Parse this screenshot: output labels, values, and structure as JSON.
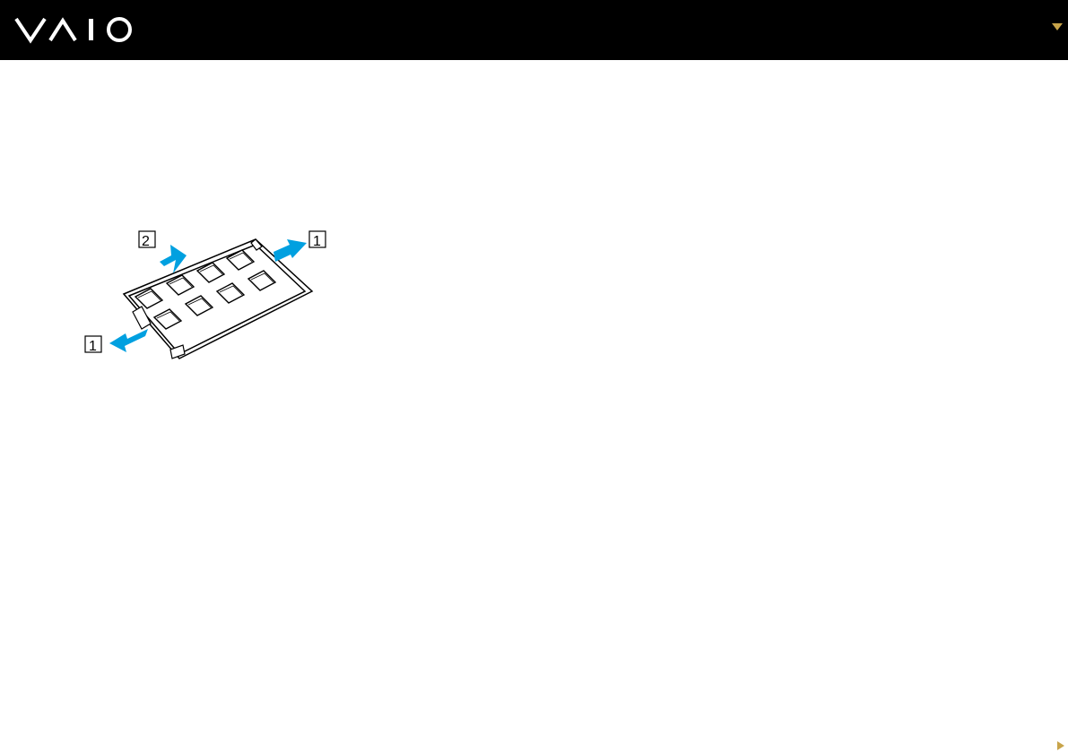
{
  "header": {
    "logo": "VAIO",
    "logo_icon": "vaio-logo"
  },
  "figure": {
    "callouts": [
      "2",
      "1",
      "1"
    ],
    "arrow_color": "#00a0e0"
  },
  "colors": {
    "header_bg": "#000000",
    "accent": "#c8a44a",
    "arrow": "#00a0e0"
  }
}
